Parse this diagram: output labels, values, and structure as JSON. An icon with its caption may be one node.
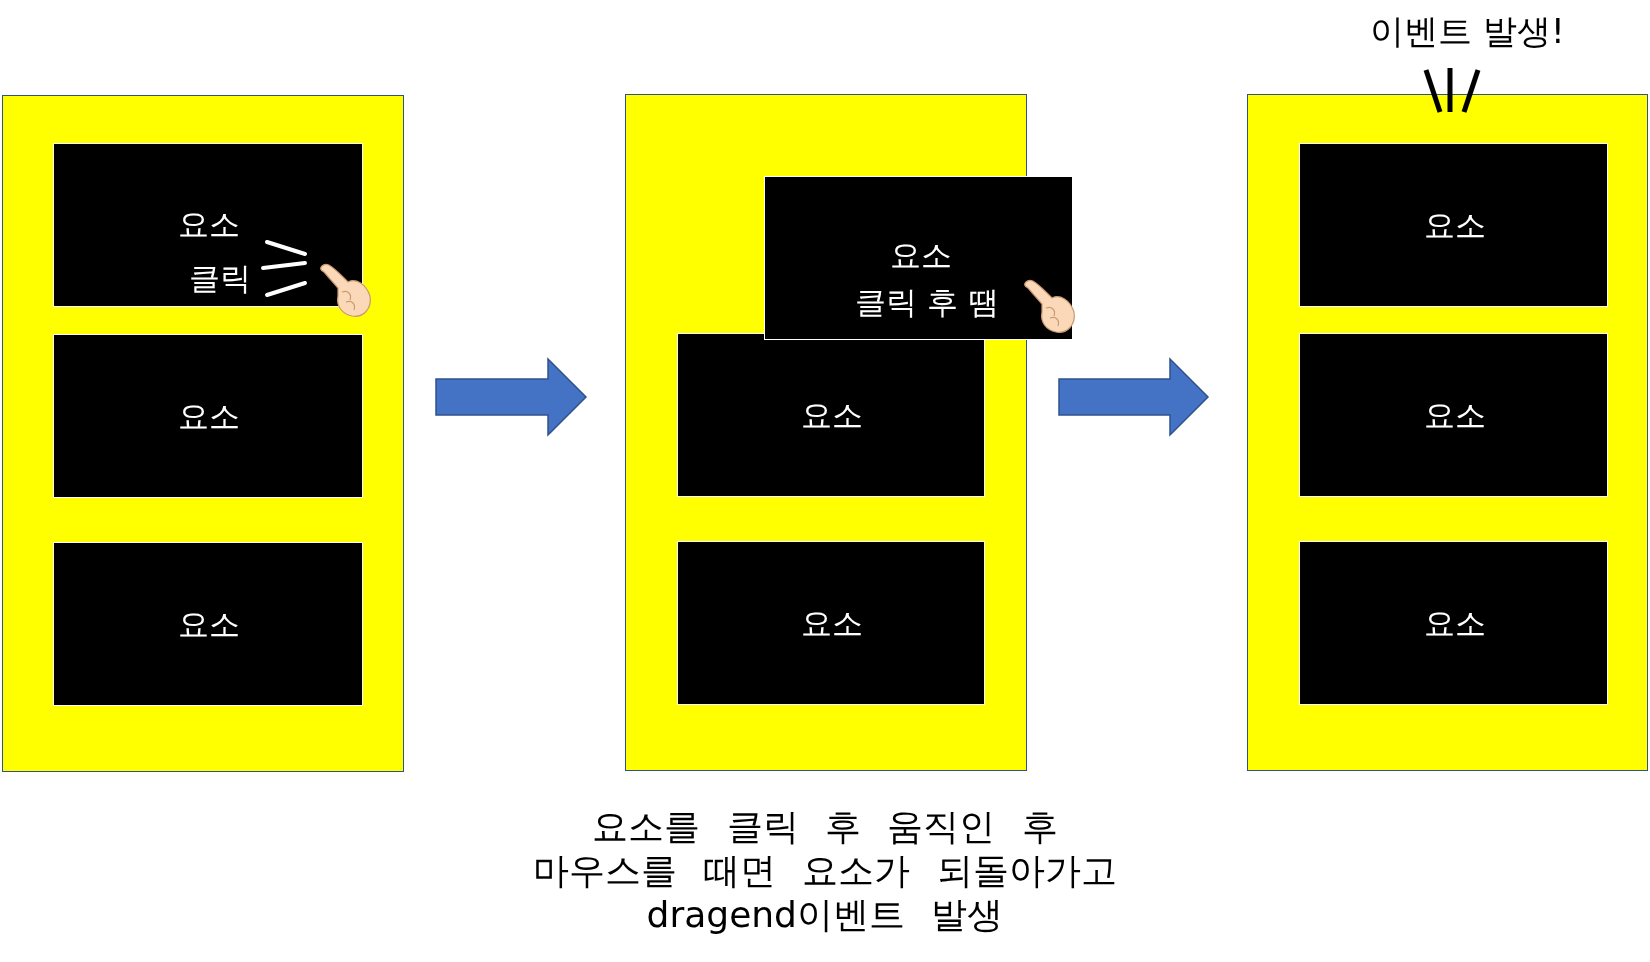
{
  "diagram": {
    "caption": "요소를 클릭 후 움직인 후 마우스를 때면 요소가 되돌아가고 dragend이벤트 발생",
    "nodes": [
      {
        "text": [],
        "shape": "box"
      },
      {
        "text": [
          "요소",
          "클릭"
        ],
        "in": 0
      },
      {
        "text": [
          "요소"
        ],
        "in": 0
      },
      {
        "text": [
          "요소"
        ],
        "in": 0
      },
      {
        "text": [],
        "shape": "box"
      },
      {
        "text": [
          "요소",
          "클릭 후 땜"
        ]
      },
      {
        "text": [
          "요소"
        ],
        "in": 4
      },
      {
        "text": [
          "요소"
        ],
        "in": 4
      },
      {
        "text": [],
        "shape": "box",
        "beside": [
          "이벤트 발생!"
        ]
      },
      {
        "text": [
          "요소"
        ],
        "in": 8
      },
      {
        "text": [
          "요소"
        ],
        "in": 8
      },
      {
        "text": [
          "요소"
        ],
        "in": 8
      }
    ],
    "edges": [
      {
        "from": 0,
        "to": 4,
        "arrow": "to"
      },
      {
        "from": 4,
        "to": 8,
        "arrow": "to"
      }
    ]
  }
}
